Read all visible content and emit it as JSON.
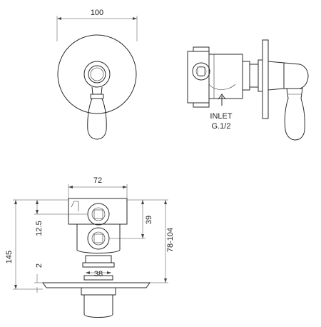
{
  "front_view": {
    "width_label": "100"
  },
  "side_view": {
    "inlet_label": "INLET",
    "inlet_size": "G.1/2"
  },
  "rear_view": {
    "width_label": "72",
    "depth_label": "38",
    "offset_12_5": "12.5",
    "offset_2": "2",
    "height_145": "145",
    "port_39": "39",
    "depth_range": "78-104"
  }
}
